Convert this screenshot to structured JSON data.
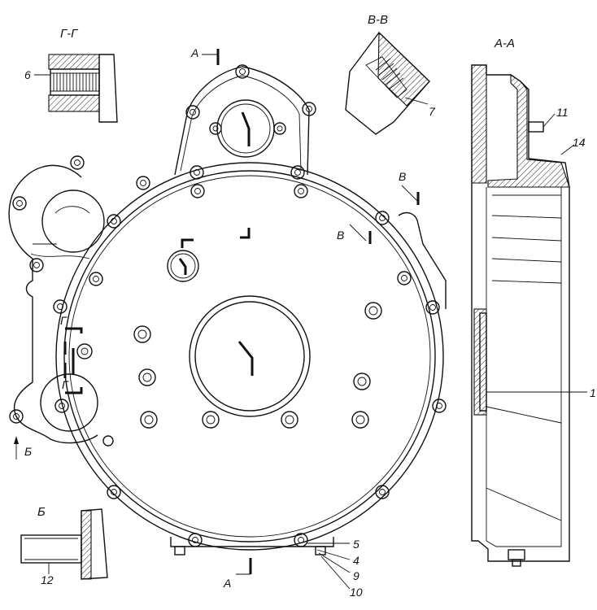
{
  "section_labels": {
    "g_g": "Г-Г",
    "v_v": "В-В",
    "a_a": "А-А",
    "b": "Б"
  },
  "cut_marks": {
    "a_top": "А",
    "a_bottom": "А",
    "v_upper": "В",
    "v_lower": "В",
    "g_upper": "Г",
    "g_lower": "Г",
    "b_arrow": "Б"
  },
  "callouts": {
    "c1": "1",
    "c4": "4",
    "c5": "5",
    "c6": "6",
    "c7": "7",
    "c9": "9",
    "c10": "10",
    "c11": "11",
    "c12": "12",
    "c14": "14"
  }
}
